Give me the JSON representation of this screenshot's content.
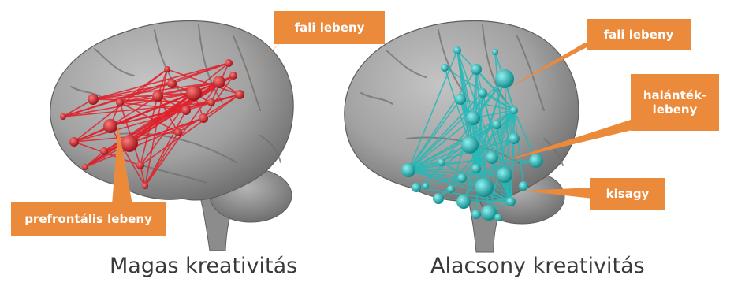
{
  "left_panel": {
    "caption": "Magas kreativitás",
    "labels": {
      "parietal": "fali lebeny",
      "prefrontal": "prefrontális lebeny"
    },
    "node_color": "#e0202a"
  },
  "right_panel": {
    "caption": "Alacsony kreativitás",
    "labels": {
      "parietal": "fali lebeny",
      "temporal_line1": "halánték-",
      "temporal_line2": "lebeny",
      "cerebellum": "kisagy"
    },
    "node_color": "#2bc6c6"
  },
  "colors": {
    "callout": "#ec8a3c",
    "callout_text": "#ffffff",
    "brain": "#9e9e9e",
    "caption_text": "#3a3a3a"
  }
}
